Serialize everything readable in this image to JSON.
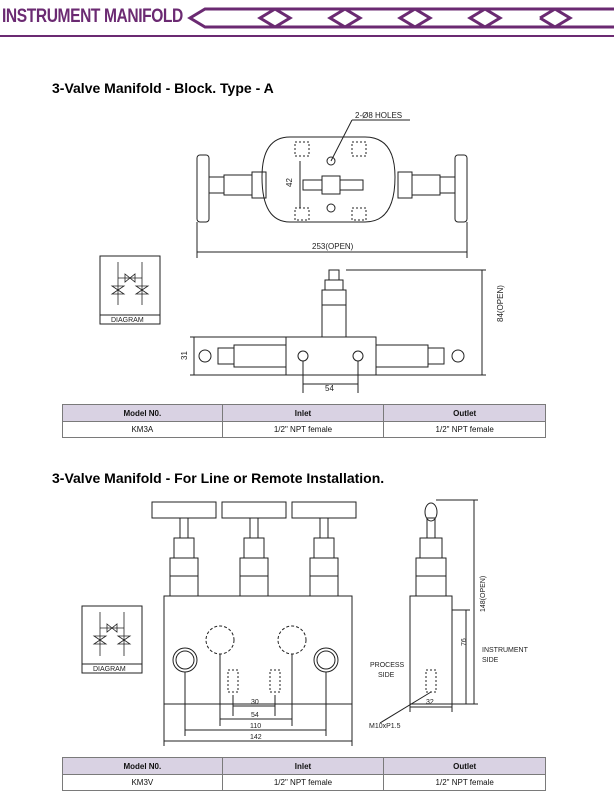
{
  "header": {
    "title": "INSTRUMENT MANIFOLD",
    "accent_color": "#6b2a72"
  },
  "section_a": {
    "title": "3-Valve Manifold - Block. Type - A",
    "drawing": {
      "holes_label": "2-Ø8 HOLES",
      "dim_42": "42",
      "dim_253": "253(OPEN)",
      "dim_84": "84(OPEN)",
      "dim_31": "31",
      "dim_54": "54",
      "diagram_label": "DIAGRAM"
    },
    "table": {
      "headers": [
        "Model N0.",
        "Inlet",
        "Outlet"
      ],
      "rows": [
        [
          "KM3A",
          "1/2\" NPT female",
          "1/2\" NPT female"
        ]
      ]
    }
  },
  "section_b": {
    "title": "3-Valve Manifold - For Line or Remote Installation.",
    "drawing": {
      "dim_30": "30",
      "dim_54": "54",
      "dim_110": "110",
      "dim_142": "142",
      "dim_148": "148(OPEN)",
      "dim_76": "76",
      "dim_32": "32",
      "thread_label": "M10xP1.5",
      "process_side": [
        "PROCESS",
        "SIDE"
      ],
      "instrument_side": [
        "INSTRUMENT",
        "SIDE"
      ],
      "diagram_label": "DIAGRAM"
    },
    "table": {
      "headers": [
        "Model N0.",
        "Inlet",
        "Outlet"
      ],
      "rows": [
        [
          "KM3V",
          "1/2\" NPT female",
          "1/2\" NPT female"
        ]
      ]
    }
  }
}
